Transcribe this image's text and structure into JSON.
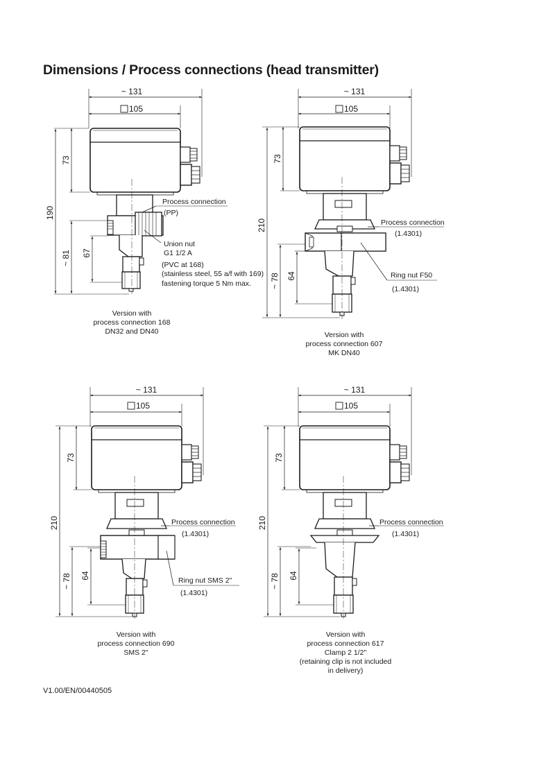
{
  "page": {
    "title": "Dimensions / Process connections (head transmitter)",
    "footer": "V1.00/EN/00440505"
  },
  "common": {
    "width_overall": "~ 131",
    "width_square_glyph": "□",
    "width_housing": "105",
    "housing_height": "73"
  },
  "views": [
    {
      "overall_height": "190",
      "lower_height_approx": "~ 81",
      "connection_height": "67",
      "labels": {
        "process_connection": "Process connection",
        "process_connection_material": "(PP)",
        "union_nut": "Union nut",
        "thread": "G1 1/2 A",
        "note1": "(PVC at 168)",
        "note2": "(stainless steel, 55 a/f with 169)",
        "note3": "fastening torque 5 Nm max."
      },
      "caption": [
        "Version with",
        "process connection 168",
        "DN32 and DN40"
      ]
    },
    {
      "overall_height": "210",
      "lower_height_approx": "~ 78",
      "connection_height": "64",
      "labels": {
        "process_connection": "Process connection",
        "process_connection_material": "(1.4301)",
        "ring_nut": "Ring nut F50",
        "ring_nut_material": "(1.4301)"
      },
      "caption": [
        "Version with",
        "process connection 607",
        "MK DN40"
      ]
    },
    {
      "overall_height": "210",
      "lower_height_approx": "~ 78",
      "connection_height": "64",
      "labels": {
        "process_connection": "Process connection",
        "process_connection_material": "(1.4301)",
        "ring_nut": "Ring nut SMS 2\"",
        "ring_nut_material": "(1.4301)"
      },
      "caption": [
        "Version with",
        "process connection 690",
        "SMS 2\""
      ]
    },
    {
      "overall_height": "210",
      "lower_height_approx": "~ 78",
      "connection_height": "64",
      "labels": {
        "process_connection": "Process connection",
        "process_connection_material": "(1.4301)"
      },
      "caption": [
        "Version with",
        "process connection 617",
        "Clamp 2 1/2\"",
        "(retaining clip is not included",
        "in delivery)"
      ]
    }
  ]
}
